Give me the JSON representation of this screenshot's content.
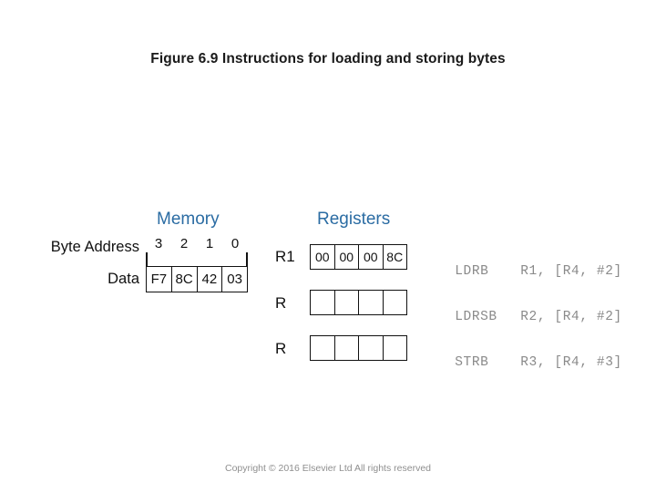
{
  "slide": {
    "title": "Figure 6.9 Instructions for loading and storing bytes",
    "footer": "Copyright © 2016 Elsevier Ltd  All rights reserved",
    "background": "#ffffff"
  },
  "colors": {
    "heading_blue": "#2b6ca3",
    "text_black": "#111111",
    "instruction_gray": "#8a8a8a",
    "footer_gray": "#8f8f8f",
    "table_border": "#111111"
  },
  "figure": {
    "memory": {
      "heading": "Memory",
      "row_labels": {
        "address": "Byte Address",
        "data": "Data"
      },
      "byte_addresses": [
        "3",
        "2",
        "1",
        "0"
      ],
      "data_bytes": [
        "F7",
        "8C",
        "42",
        "03"
      ]
    },
    "registers": {
      "heading": "Registers",
      "rows": [
        {
          "label": "R1",
          "cells": [
            "00",
            "00",
            "00",
            "8C"
          ]
        },
        {
          "label": "R",
          "cells": [
            "",
            "",
            "",
            ""
          ]
        },
        {
          "label": "R",
          "cells": [
            "",
            "",
            "",
            ""
          ]
        }
      ]
    },
    "instructions": [
      {
        "mnemonic": "LDRB",
        "operands": "R1, [R4, #2]"
      },
      {
        "mnemonic": "LDRSB",
        "operands": "R2, [R4, #2]"
      },
      {
        "mnemonic": "STRB",
        "operands": "R3, [R4, #3]"
      }
    ]
  }
}
